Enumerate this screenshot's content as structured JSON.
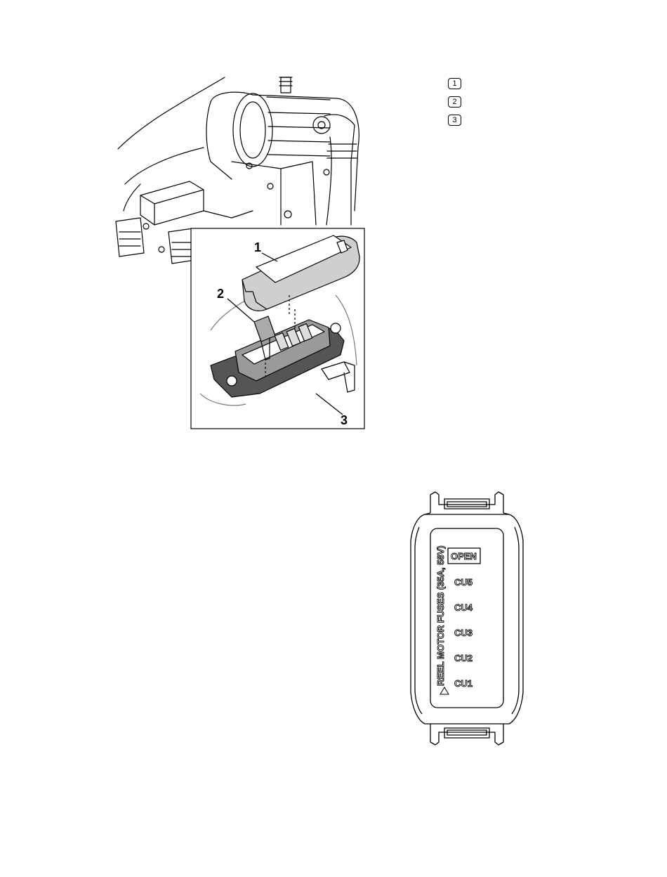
{
  "figure_top": {
    "callouts": [
      "1",
      "2",
      "3"
    ]
  },
  "legend": {
    "items": [
      "1",
      "2",
      "3"
    ]
  },
  "fuse_cover": {
    "title": "REEL MOTOR FUSES (35A, 58V)",
    "slots": [
      "OPEN",
      "CU5",
      "CU4",
      "CU3",
      "CU2",
      "CU1"
    ],
    "icon": "warning-icon"
  }
}
